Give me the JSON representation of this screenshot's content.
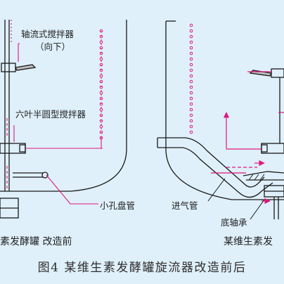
{
  "labels": {
    "axial_mixer": "轴流式搅拌器",
    "axial_mixer_dir": "（向下）",
    "six_leaf_mixer": "六叶半圆型搅拌器",
    "perforated_ring_pipe": "小孔盘管",
    "air_inlet_pipe": "进气管",
    "bottom_bearing": "底轴承"
  },
  "captions": {
    "before": "素发酵罐  改造前",
    "after": "某维生素发"
  },
  "figure_caption": "图4  某维生素发酵罐旋流器改造前后",
  "colors": {
    "background": "#dff0fa",
    "outline": "#1a1a1a",
    "accent": "#e0177f"
  }
}
